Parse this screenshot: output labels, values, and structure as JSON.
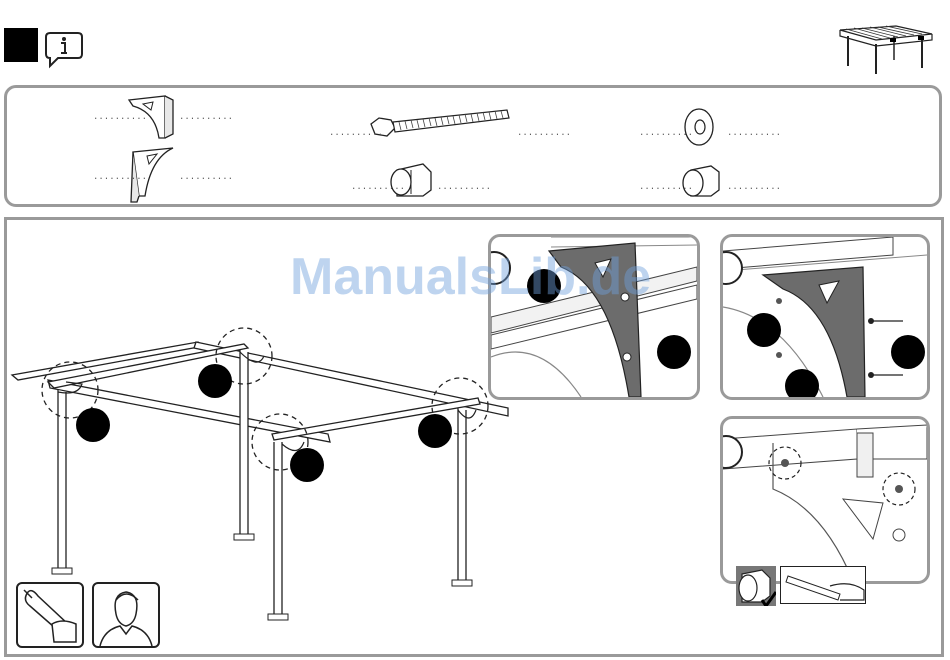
{
  "watermark": {
    "text": "ManualsLib.de"
  },
  "icons": {
    "step": "step-number-square",
    "info": "info-speech-bubble-icon",
    "tool_wrench": "wrench-hand-icon",
    "tool_person": "person-icon",
    "accept": "check-icon"
  },
  "parts": {
    "leader": "..........",
    "items": [
      "bracket-left",
      "bracket-right",
      "long-bolt",
      "washer",
      "nut-large",
      "nut-small"
    ]
  },
  "details": [
    "detail-bracket-top",
    "detail-bracket-bolts",
    "detail-nut-position"
  ],
  "colors": {
    "border": "#9a9a9a",
    "marker": "#000000",
    "watermark": "#6ea0dc"
  }
}
